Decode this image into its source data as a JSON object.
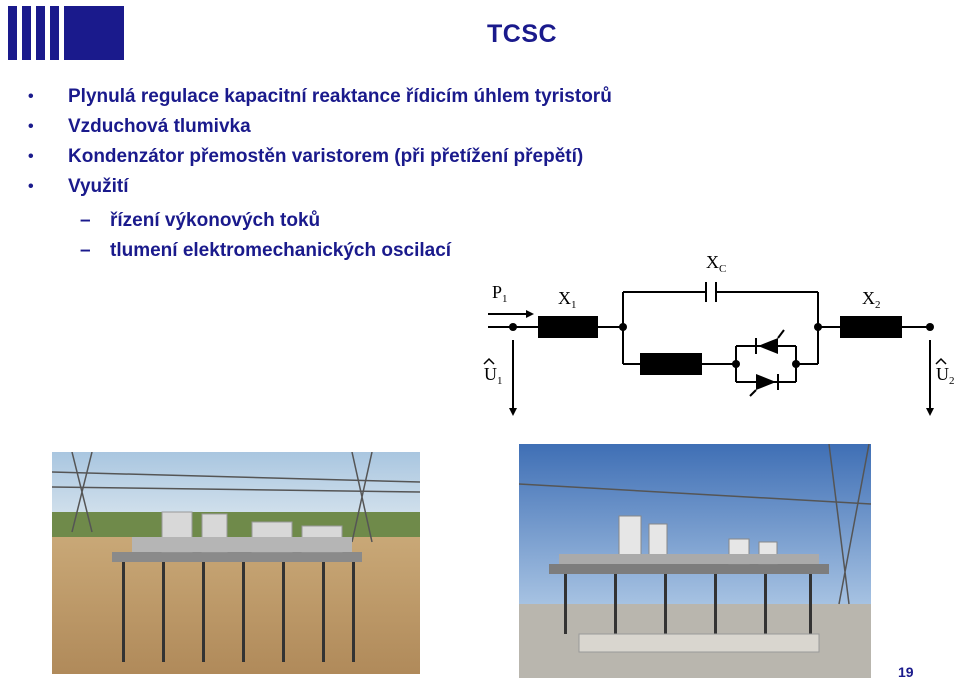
{
  "slide": {
    "title": "TCSC",
    "page_number": "19"
  },
  "bullets": [
    {
      "marker": "•",
      "text": "Plynulá regulace kapacitní reaktance řídicím úhlem tyristorů"
    },
    {
      "marker": "•",
      "text": "Vzduchová tlumivka"
    },
    {
      "marker": "•",
      "text": "Kondenzátor přemostěn varistorem (při přetížení přepětí)"
    },
    {
      "marker": "•",
      "text": "Využití"
    }
  ],
  "sub_bullets": [
    {
      "marker": "–",
      "text": "řízení výkonových toků"
    },
    {
      "marker": "–",
      "text": "tlumení elektromechanických oscilací"
    }
  ],
  "circuit": {
    "label_xc": "X",
    "label_xc_sub": "C",
    "label_x1": "X",
    "label_x1_sub": "1",
    "label_x2": "X",
    "label_x2_sub": "2",
    "label_p1": "P",
    "label_p1_sub": "1",
    "label_u1": "U",
    "label_u1_sub": "1",
    "label_u2": "U",
    "label_u2_sub": "2"
  },
  "colors": {
    "accent": "#1a1a8c"
  }
}
